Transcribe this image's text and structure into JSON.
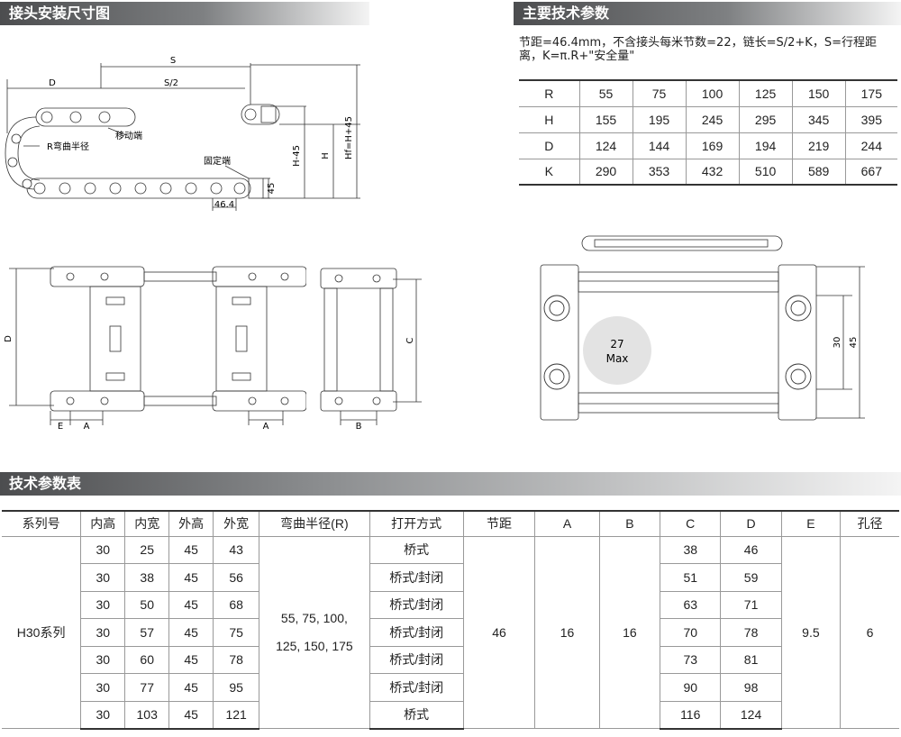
{
  "sections": {
    "install_title": "接头安装尺寸图",
    "main_params_title": "主要技术参数",
    "param_table_title": "技术参数表"
  },
  "note": "节距=46.4mm，不含接头每米节数=22，链长=S/2+K，S=行程距离，K=π.R+\"安全量\"",
  "diagram_labels": {
    "s": "S",
    "d": "D",
    "s_half": "S/2",
    "r_radius": "R弯曲半径",
    "moving_end": "移动端",
    "fixed_end": "固定端",
    "pitch": "46.4",
    "h45": "H-45",
    "h": "H",
    "hf": "Hf=H+45",
    "dim45": "45",
    "side_d": "D",
    "e": "E",
    "a1": "A",
    "a2": "A",
    "c": "C",
    "b": "B",
    "max_val": "27",
    "max_unit": "Max",
    "dim30": "30",
    "dim45b": "45"
  },
  "param_table": {
    "rows": [
      {
        "label": "R",
        "values": [
          "55",
          "75",
          "100",
          "125",
          "150",
          "175"
        ]
      },
      {
        "label": "H",
        "values": [
          "155",
          "195",
          "245",
          "295",
          "345",
          "395"
        ]
      },
      {
        "label": "D",
        "values": [
          "124",
          "144",
          "169",
          "194",
          "219",
          "244"
        ]
      },
      {
        "label": "K",
        "values": [
          "290",
          "353",
          "432",
          "510",
          "589",
          "667"
        ]
      }
    ]
  },
  "main_table": {
    "headers": [
      "系列号",
      "内高",
      "内宽",
      "外高",
      "外宽",
      "弯曲半径(R)",
      "打开方式",
      "节距",
      "A",
      "B",
      "C",
      "D",
      "E",
      "孔径"
    ],
    "series": "H30系列",
    "bend_radius_line1": "55, 75, 100,",
    "bend_radius_line2": "125, 150, 175",
    "pitch": "46",
    "a": "16",
    "b": "16",
    "e": "9.5",
    "hole": "6",
    "rows": [
      {
        "inner_h": "30",
        "inner_w": "25",
        "outer_h": "45",
        "outer_w": "43",
        "open": "桥式",
        "c": "38",
        "d": "46"
      },
      {
        "inner_h": "30",
        "inner_w": "38",
        "outer_h": "45",
        "outer_w": "56",
        "open": "桥式/封闭",
        "c": "51",
        "d": "59"
      },
      {
        "inner_h": "30",
        "inner_w": "50",
        "outer_h": "45",
        "outer_w": "68",
        "open": "桥式/封闭",
        "c": "63",
        "d": "71"
      },
      {
        "inner_h": "30",
        "inner_w": "57",
        "outer_h": "45",
        "outer_w": "75",
        "open": "桥式/封闭",
        "c": "70",
        "d": "78"
      },
      {
        "inner_h": "30",
        "inner_w": "60",
        "outer_h": "45",
        "outer_w": "78",
        "open": "桥式/封闭",
        "c": "73",
        "d": "81"
      },
      {
        "inner_h": "30",
        "inner_w": "77",
        "outer_h": "45",
        "outer_w": "95",
        "open": "桥式/封闭",
        "c": "90",
        "d": "98"
      },
      {
        "inner_h": "30",
        "inner_w": "103",
        "outer_h": "45",
        "outer_w": "121",
        "open": "桥式",
        "c": "116",
        "d": "124"
      }
    ]
  }
}
